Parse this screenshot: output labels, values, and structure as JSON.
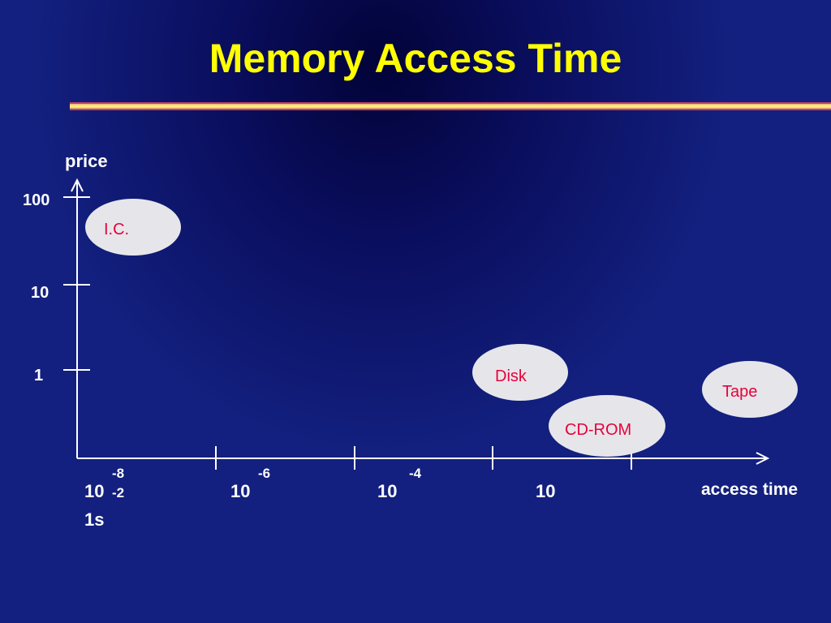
{
  "slide": {
    "title": "Memory Access Time"
  },
  "axes": {
    "y_label": "price",
    "x_label": "access time",
    "y_ticks": [
      "100",
      "10",
      "1"
    ],
    "x_ticks": [
      {
        "base": "10",
        "exp": "-8"
      },
      {
        "base": "10",
        "exp": "-6"
      },
      {
        "base": "10",
        "exp": "-4"
      },
      {
        "base": "10",
        "exp": ""
      }
    ],
    "x_extra": {
      "exp": "-2",
      "unit": "1s"
    }
  },
  "nodes": [
    {
      "label": "I.C."
    },
    {
      "label": "Disk"
    },
    {
      "label": "Tape"
    },
    {
      "label": "CD-ROM"
    }
  ],
  "colors": {
    "title": "#ffff00",
    "axis": "#ffffff",
    "node_fill": "#e6e6ea",
    "node_text": "#e8003c"
  }
}
